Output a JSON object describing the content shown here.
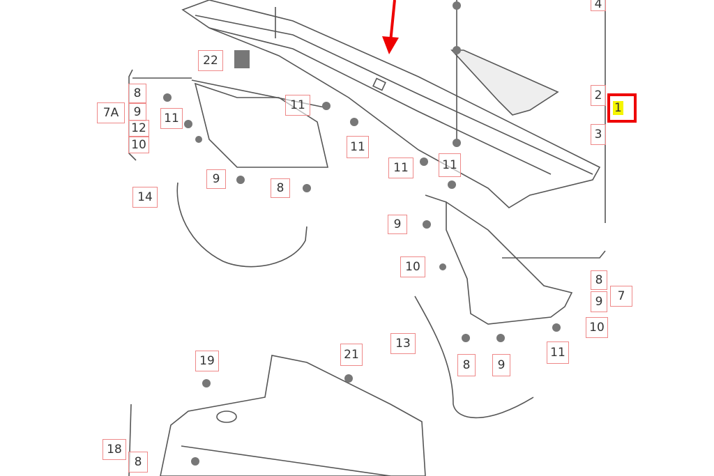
{
  "diagram": {
    "callouts": [
      "4",
      "2",
      "1",
      "3",
      "22",
      "8",
      "7A",
      "9",
      "11",
      "12",
      "10",
      "11",
      "11",
      "9",
      "8",
      "14",
      "11",
      "11",
      "9",
      "10",
      "8",
      "7",
      "9",
      "10",
      "13",
      "8",
      "9",
      "11",
      "19",
      "21",
      "18",
      "8"
    ],
    "highlighted_callout": "1",
    "colors": {
      "callout_border": "#e88888",
      "highlight_border": "#e00000",
      "highlight_fill": "#f5f500",
      "arrow": "#e00000",
      "line_art": "#555555"
    }
  }
}
